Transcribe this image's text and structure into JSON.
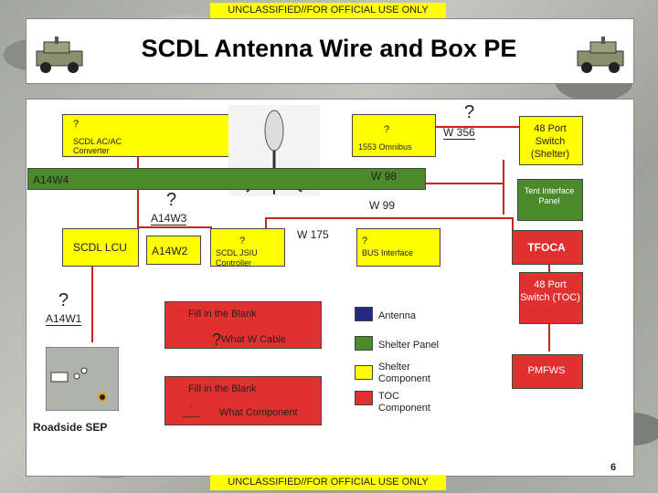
{
  "banner_top": "UNCLASSIFIED//FOR OFFICIAL USE ONLY",
  "banner_bottom": "UNCLASSIFIED//FOR OFFICIAL USE ONLY",
  "title": "SCDL Antenna Wire and Box PE",
  "page_number": "6",
  "nodes": {
    "scdl_ac_q": "?",
    "scdl_ac_label": "SCDL AC/AC Converter",
    "omnibus_q": "?",
    "omnibus_label": "1553 Omnibus",
    "w356_q": "?",
    "w356_label": "W 356",
    "switch_shelter": "48 Port Switch (Shelter)",
    "a14w4": "A14W4",
    "w98": "W 98",
    "a14w3_q": "?",
    "a14w3_label": "A14W3",
    "w99": "W 99",
    "tent_panel": "Tent Interface Panel",
    "scdl_lcu": "SCDL LCU",
    "a14w2": "A14W2",
    "jsiu_q": "?",
    "jsiu_label": "SCDL JSIU Controller",
    "w175": "W 175",
    "bus_q": "?",
    "bus_label": "BUS Interface",
    "tfoca": "TFOCA",
    "a14w1_q": "?",
    "a14w1_label": "A14W1",
    "switch_toc": "48 Port Switch (TOC)",
    "roadside_sep": "Roadside SEP",
    "pmfws": "PMFWS"
  },
  "quiz": {
    "fill1_title": "Fill in the Blank",
    "fill1_q": "?",
    "fill1_prompt": "What W Cable",
    "fill2_title": "Fill in the Blank",
    "fill2_q": "-",
    "fill2_blank": "___",
    "fill2_prompt": "What Component"
  },
  "legend": [
    {
      "label": "Antenna"
    },
    {
      "label": "Shelter Panel"
    },
    {
      "label": "Shelter Component"
    },
    {
      "label": "TOC Component"
    }
  ],
  "colors": {
    "banner": "#ffff00",
    "wire": "#cc2222",
    "shelter_component": "#ffff00",
    "toc_component": "#e03030",
    "antenna": "#1f2a80",
    "shelter_panel": "#4a8a2a"
  }
}
